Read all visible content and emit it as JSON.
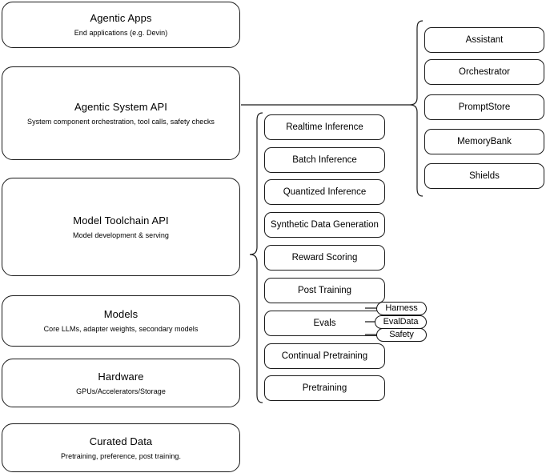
{
  "diagram": {
    "type": "layered-architecture-diagram",
    "background_color": "#ffffff",
    "stroke_color": "#1a1a1a",
    "layers": [
      {
        "id": "agentic-apps",
        "title": "Agentic Apps",
        "subtitle": "End applications (e.g. Devin)"
      },
      {
        "id": "agentic-system-api",
        "title": "Agentic System API",
        "subtitle": "System component orchestration, tool calls, safety checks"
      },
      {
        "id": "model-toolchain-api",
        "title": "Model Toolchain API",
        "subtitle": "Model development & serving"
      },
      {
        "id": "models",
        "title": "Models",
        "subtitle": "Core LLMs, adapter weights, secondary models"
      },
      {
        "id": "hardware",
        "title": "Hardware",
        "subtitle": "GPUs/Accelerators/Storage"
      },
      {
        "id": "curated-data",
        "title": "Curated Data",
        "subtitle": "Pretraining, preference, post training."
      }
    ],
    "toolchain_components": [
      {
        "id": "realtime-inference",
        "label": "Realtime Inference"
      },
      {
        "id": "batch-inference",
        "label": "Batch Inference"
      },
      {
        "id": "quantized-inference",
        "label": "Quantized Inference"
      },
      {
        "id": "synthetic-data-generation",
        "label": "Synthetic Data Generation"
      },
      {
        "id": "reward-scoring",
        "label": "Reward Scoring"
      },
      {
        "id": "post-training",
        "label": "Post Training"
      },
      {
        "id": "evals",
        "label": "Evals"
      },
      {
        "id": "continual-pretraining",
        "label": "Continual Pretraining"
      },
      {
        "id": "pretraining",
        "label": "Pretraining"
      }
    ],
    "system_components": [
      {
        "id": "assistant",
        "label": "Assistant"
      },
      {
        "id": "orchestrator",
        "label": "Orchestrator"
      },
      {
        "id": "promptstore",
        "label": "PromptStore"
      },
      {
        "id": "memorybank",
        "label": "MemoryBank"
      },
      {
        "id": "shields",
        "label": "Shields"
      }
    ],
    "evals_subcomponents": [
      {
        "id": "harness",
        "label": "Harness"
      },
      {
        "id": "evaldata",
        "label": "EvalData"
      },
      {
        "id": "safety",
        "label": "Safety"
      }
    ]
  }
}
